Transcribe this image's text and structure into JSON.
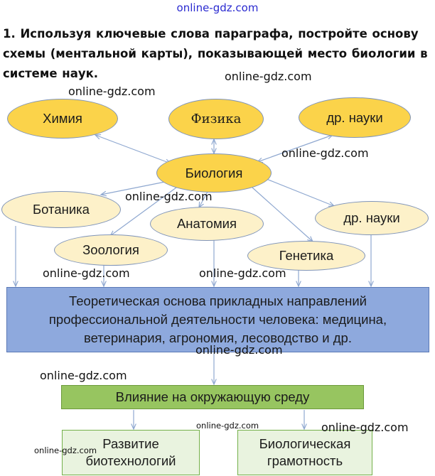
{
  "header": {
    "watermark": "online-gdz.com",
    "task_text": "1. Используя ключевые слова параграфа, постройте основу схемы (ментальной карты), показывающей место биологии в системе наук."
  },
  "nodes": {
    "chemistry": "Химия",
    "physics": "Физика",
    "other_sciences_top": "др. науки",
    "biology": "Биология",
    "botany": "Ботаника",
    "anatomy": "Анатомия",
    "other_sciences_right": "др. науки",
    "zoology": "Зоология",
    "genetics": "Генетика"
  },
  "boxes": {
    "theory": "Теоретическая основа прикладных направлений профессиональной деятельности человека: медицина, ветеринария, агрономия, лесоводство и др.",
    "environment": "Влияние на окружающую среду",
    "biotech_line1": "Развитие",
    "biotech_line2": "биотехнологий",
    "literacy_line1": "Биологическая",
    "literacy_line2": "грамотность"
  },
  "watermarks": {
    "w1": "online-gdz.com",
    "w2": "online-gdz.com",
    "w3": "online-gdz.com",
    "w4": "online-gdz.com",
    "w5": "online-gdz.com",
    "w6": "online-gdz.com",
    "w7": "online-gdz.com",
    "w8": "online-gdz.com",
    "w9": "online-gdz.com",
    "w10": "online-gdz.com",
    "w11": "online-gdz.com"
  },
  "colors": {
    "gold_node": "#fbd34a",
    "cream_node": "#fdf1c9",
    "blue_box": "#8ea9dd",
    "green_box": "#97c560",
    "light_green_box": "#e9f3df",
    "connector": "#8fa8d0"
  }
}
